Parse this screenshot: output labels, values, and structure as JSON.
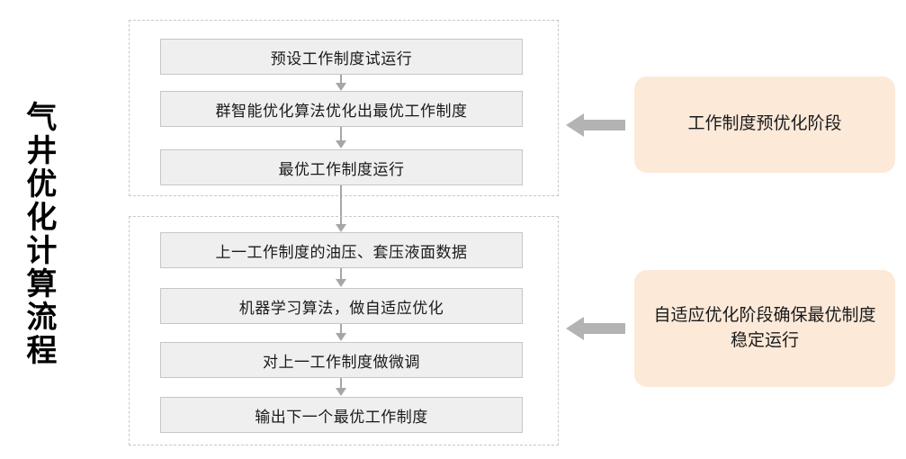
{
  "title": {
    "vertical_label": "气井优化计算流程"
  },
  "groups": [
    {
      "id": "pre-optimization",
      "steps": [
        {
          "label": "预设工作制度试运行"
        },
        {
          "label": "群智能优化算法优化出最优工作制度"
        },
        {
          "label": "最优工作制度运行"
        }
      ]
    },
    {
      "id": "adaptive-optimization",
      "steps": [
        {
          "label": "上一工作制度的油压、套压液面数据"
        },
        {
          "label": "机器学习算法，做自适应优化"
        },
        {
          "label": "对上一工作制度做微调"
        },
        {
          "label": "输出下一个最优工作制度"
        }
      ]
    }
  ],
  "callouts": [
    {
      "id": "pre-optimization-callout",
      "label": "工作制度预优化阶段"
    },
    {
      "id": "adaptive-optimization-callout",
      "label": "自适应优化阶段确保最优制度稳定运行"
    }
  ],
  "icons": {
    "arrow_left": "arrow-left-icon",
    "arrow_down": "arrow-down-icon"
  },
  "colors": {
    "background": "#ffffff",
    "step_fill": "#efefef",
    "step_border": "#c6c6c6",
    "group_border": "#c9c9c9",
    "callout_fill": "#fce9d8",
    "connector": "#a6a6a6",
    "block_arrow": "#b3b3b3",
    "text": "#1a1a1a"
  }
}
